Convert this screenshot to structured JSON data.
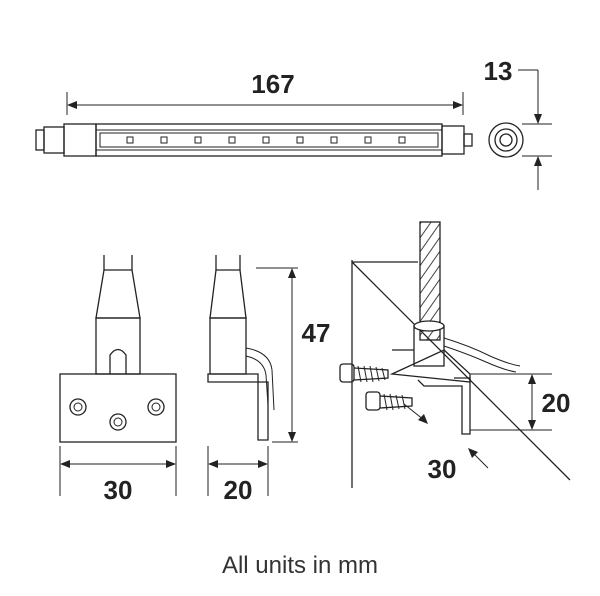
{
  "dimensions": {
    "length": "167",
    "diameter": "13",
    "bracket_front_width": "30",
    "bracket_side_width": "20",
    "height": "47",
    "mount_height": "20",
    "mount_depth": "30"
  },
  "caption": "All units in mm"
}
